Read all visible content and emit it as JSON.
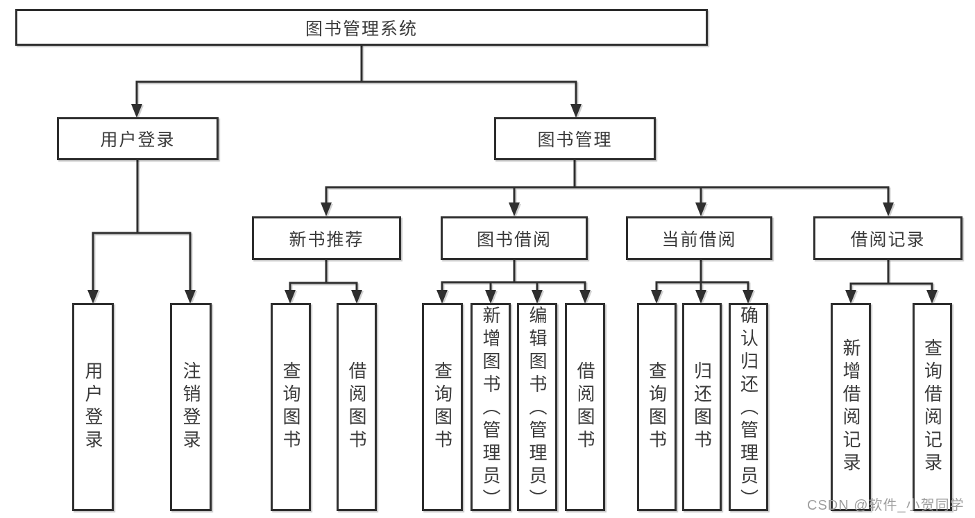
{
  "diagram": {
    "watermark": "CSDN @软件_小贺同学",
    "colors": {
      "line": "#2f2f2f",
      "text": "#3a3a3a",
      "background": "#ffffff",
      "watermark": "#9e9e9e"
    },
    "nodes": {
      "root": "图书管理系统",
      "user_login": "用户登录",
      "book_mgmt": "图书管理",
      "new_book_rec": "新书推荐",
      "book_borrow": "图书借阅",
      "current_borrow": "当前借阅",
      "borrow_records": "借阅记录",
      "leaf_user_login": "用户登录",
      "leaf_logout_login": "注销登录",
      "leaf_nb_query_book": "查询图书",
      "leaf_nb_borrow_book": "借阅图书",
      "leaf_bb_query_book": "查询图书",
      "leaf_bb_add_book_admin": "新增图书（管理员）",
      "leaf_bb_edit_book_admin": "编辑图书（管理员）",
      "leaf_bb_borrow_book": "借阅图书",
      "leaf_cb_query_book": "查询图书",
      "leaf_cb_return_book": "归还图书",
      "leaf_cb_confirm_return_admin": "确认归还（管理员）",
      "leaf_br_add_record": "新增借阅记录",
      "leaf_br_query_record": "查询借阅记录"
    }
  }
}
